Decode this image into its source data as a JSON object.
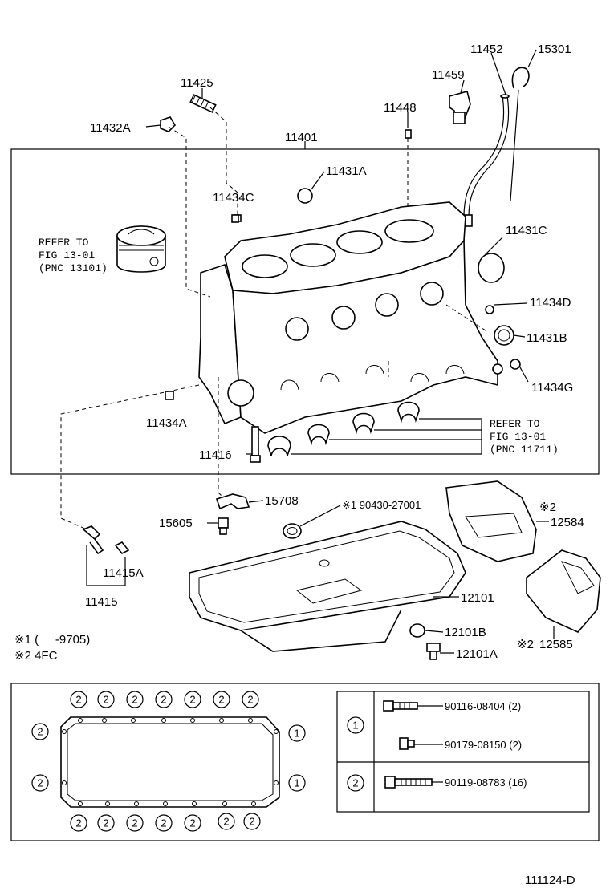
{
  "diagram_code": "111124-D",
  "part_labels": {
    "p11425": "11425",
    "p11452": "11452",
    "p15301": "15301",
    "p11459": "11459",
    "p11448": "11448",
    "p11432A": "11432A",
    "p11401": "11401",
    "p11431A": "11431A",
    "p11434C": "11434C",
    "p11431C": "11431C",
    "p11434D": "11434D",
    "p11431B": "11431B",
    "p11434G": "11434G",
    "p11434A": "11434A",
    "p11416": "11416",
    "p15708": "15708",
    "p15605": "15605",
    "p11415A": "11415A",
    "p11415": "11415",
    "p12584": "12584",
    "p12101": "12101",
    "p12101B": "12101B",
    "p12101A": "12101A",
    "p12585": "12585",
    "p90430": "※1 90430-27001"
  },
  "notes": {
    "mark2_a": "※2",
    "mark2_b": "※2",
    "footnote1": "※1 (     -9705)",
    "footnote2": "※2 4FC"
  },
  "refer_piston": [
    "REFER TO",
    "FIG 13-01",
    "(PNC 13101)"
  ],
  "refer_bearing": [
    "REFER TO",
    "FIG 13-01",
    "(PNC 11711)"
  ],
  "legend": {
    "row1_mark": "1",
    "row2_mark": "2",
    "bolt1": "90116-08404 (2)",
    "bolt2": "90179-08150 (2)",
    "bolt3": "90119-08783 (16)"
  },
  "gasket_marks": {
    "mark1": "1",
    "mark2": "2"
  }
}
